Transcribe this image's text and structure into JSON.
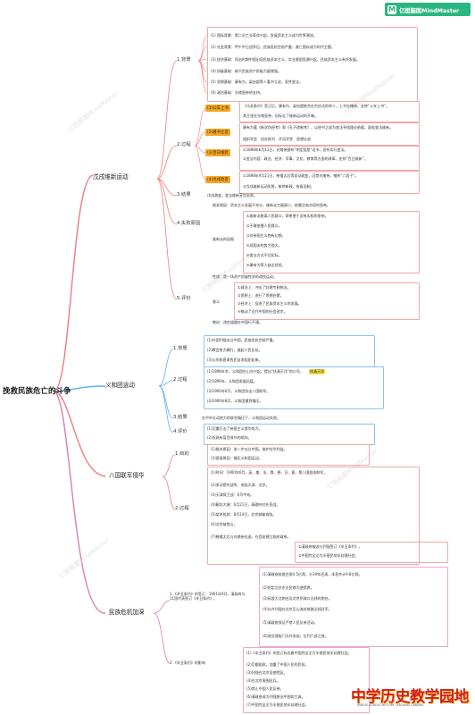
{
  "brand": {
    "logo_text": "亿图脑图MindMaster",
    "watermark": "亿图脑图MindMaster",
    "site_title": "中学历史教学园地",
    "site_subtitle": "MIDDLE SCHOOL HISTORY TEACHING GARDEN"
  },
  "root": "挽救民族危亡的斗争",
  "wuxu": {
    "title": "戊戌维新运动",
    "background": {
      "label": "1.背景",
      "items": [
        "(1) 国际背景：第二次工业革命兴起，发展资本主义成为世界潮流。",
        "(2) 社会背景：甲午中日战争后，民族危机空前严重，救亡图存成为时代主题。",
        "(3) 经济基础：同治时期中国出现民族资本主义，实业救国思潮兴起，民族资本主义有所发展。",
        "(4) 阶级基础：新兴民族资产阶级力量增强。",
        "(5) 思想基础：康有为、梁启超等人著书立说，宣传变法。",
        "(6) 政治基础：光绪皇帝的支持。"
      ]
    },
    "process": {
      "label": "2.过程",
      "stages": [
        {
          "tag": "(1)公车上书",
          "items": [
            "《马关条约》签订后，康有为、梁启超联合在京应试的举人，上书光绪帝，史称“公车上书”。",
            "其主张在光绪皇帝，但标志了维新运动的开端。"
          ]
        },
        {
          "tag": "(2)著书立说",
          "items": [
            "康有为著《新学伪经考》和《孔子改制考》，以经书之说为变法寻找理论依据，鼓吹变法维新。",
            "组织学会　创办报刊　开设学堂　思想论战"
          ]
        },
        {
          "tag": "(3)百日维新",
          "items": [
            "①1898年6月11日，光绪帝颁布“明定国是”诏书，宣布实行变法。",
            "②变法内容：政治、经济、军事、文化、教育等方面的改革，史称“百日维新”。"
          ]
        },
        {
          "tag": "(4)戊戌政变",
          "items": [
            "①1898年9月21日，慈禧太后等发动政变，囚禁光绪帝，捕杀“六君子”。",
            "②戊戌维新运动失败，废除新政，恢复旧制。"
          ]
        }
      ]
    },
    "result": {
      "label": "3.结果",
      "text": "戊戌政变，变法维新宣告失败。"
    },
    "failure": {
      "label": "4.失败原因",
      "items": [
        "根本原因：资本主义发展不充分，维新派力量弱小，依靠没有实权的皇帝。",
        "①维新派脱离人民群众，寄希望于没有实权的皇帝。",
        "②不敢依靠人民群众。",
        "③对帝国主义抱有幻想。",
        "④顽固派的势力强大。",
        "⑤变法方式不切实际。",
        "⑥康有为等人缺乏经验。"
      ],
      "sub_label": "维新派的局限"
    },
    "evaluation": {
      "label": "5.评价",
      "items": [
        "性质：是一场资产阶级性质的改良运动。",
        "①政治上：冲击了封建专制统治。",
        "②思想上：进行了思想启蒙。",
        "③经济上：促进了民族资本主义的发展。",
        "④推动了近代中国的社会进步。",
        "教训：改良道路在中国行不通。"
      ],
      "sub_label": "意义"
    }
  },
  "yihetuan": {
    "title": "义和团运动",
    "background": {
      "label": "1.背景",
      "items": [
        "(1)外国列强瓜分中国，民族危机空前严重。",
        "(2)教会势力横行，激起人民反抗。",
        "(3)山东和直隶农民自发组织起来。"
      ]
    },
    "process": {
      "label": "2.过程",
      "items": [
        "(1)1898年冬，义和团在山东兴起，提出“扶清灭洋”的口号。",
        "(2)1899年，义和团发展迅猛。",
        "(3)1900年6月，义和团抗击八国联军。",
        "(4)1900年8月，义和团遭到镇压。"
      ],
      "slogan": "扶清灭洋"
    },
    "result": {
      "label": "3.结果",
      "text": "在中外反动势力的联合镇压下，义和团运动失败。"
    },
    "evaluation": {
      "label": "4.评价",
      "items": [
        "(1)沉重打击了帝国主义侵华势力。",
        "(2)但具有盲目排外的倾向。"
      ]
    }
  },
  "baguo": {
    "title": "八国联军侵华",
    "purpose": {
      "label": "1.目的",
      "items": [
        "(1)根本原因：进一步瓜分中国，维护在华利益。",
        "(2)直接原因：镇压义和团运动。"
      ]
    },
    "process": {
      "label": "2.过程",
      "items": [
        "(1)时间：1900年6月，英、美、法、俄、德、日、意、奥八国组成联军。",
        "(2)发动侵华战争，攻陷天津、北京。",
        "(3)天津保卫战：6月中旬。",
        "(4)廊坊大捷：6月21日，清政府对外宣战。",
        "(5)烧杀抢掠：8月14日，北京城被攻陷。",
        "(6)北京被侵占。",
        "(7)慈禧太后与光绪帝出逃，在西安建立临时政府。"
      ],
      "notes": [
        "①清政府被迫与列强签订《辛丑条约》。",
        "②中国完全沦为半殖民地半封建社会。"
      ]
    }
  },
  "minzu": {
    "title": "民族危机加深",
    "treaty": {
      "label": "1.《辛丑条约》的签订：1901年9月，清政府与11国代表签订《辛丑条约》。",
      "items": [
        "(1)清政府赔偿白银4.5亿两，分39年还清，本息共计9.8亿两。",
        "(2)划定北京东交民巷为使馆界。",
        "(3)拆毁大沽炮台及北京到海口沿线的炮台。",
        "(4)允许列强在北京至山海关铁路沿线驻军。",
        "(5)清政府保证严禁人民反帝活动。",
        "(6)改总理衙门为外务部，位列六部之首。"
      ]
    },
    "impact": {
      "label": "2.《辛丑条约》的影响",
      "items": [
        "(1)《辛丑条约》的签订标志着中国完全沦为半殖民地半封建社会。",
        "(2)巨额赔款，加重了中国人民的负担。",
        "(3)列强在北京设使馆区。",
        "(4)在北京周围驻兵。",
        "(5)禁止中国人民反帝。",
        "(6)清政府成为列强统治中国的工具。",
        "(7)中国完全沦为半殖民地半封建社会。"
      ]
    }
  }
}
